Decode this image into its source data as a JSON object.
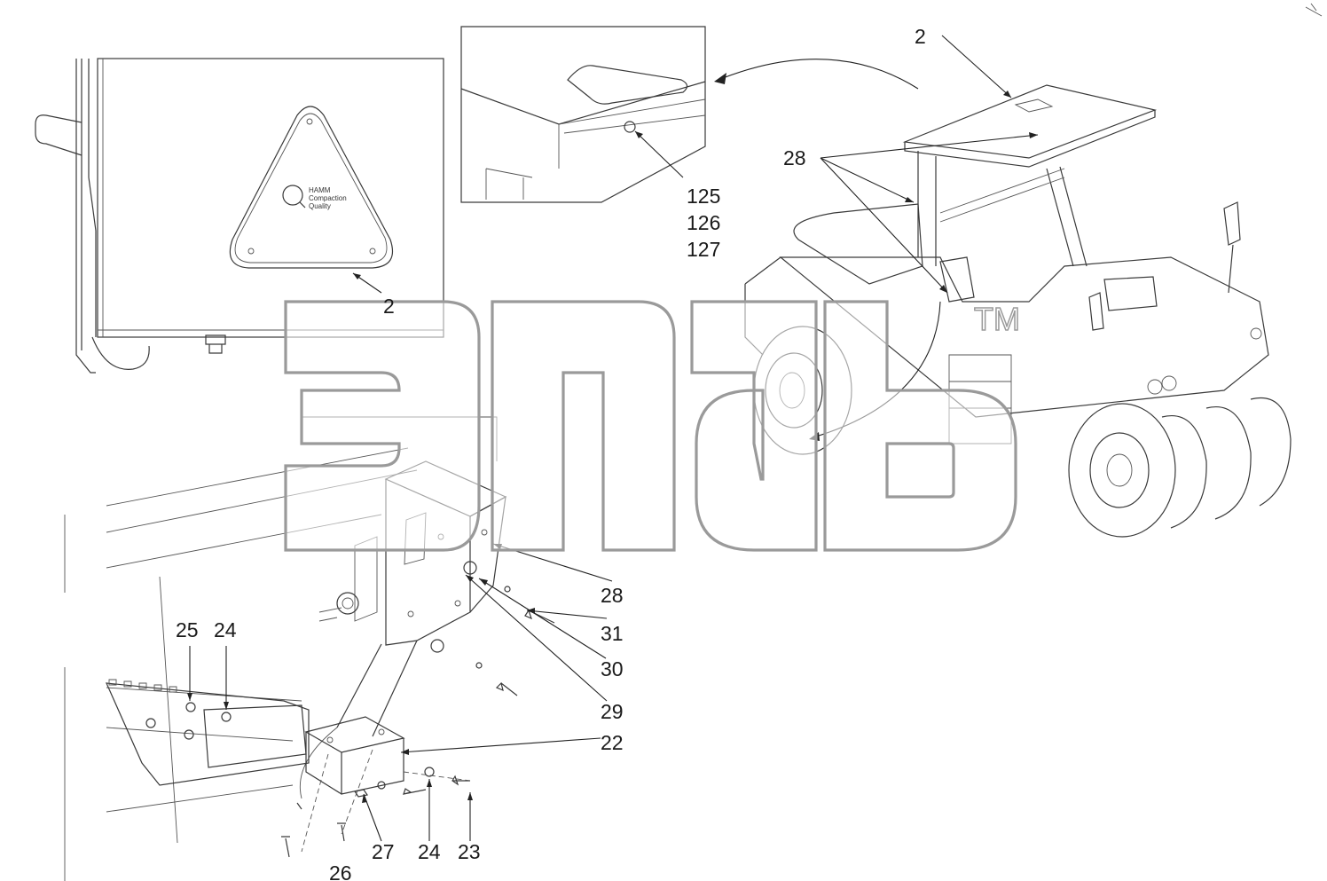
{
  "callouts": {
    "c2_top": "2",
    "c28_top": "28",
    "c125": "125",
    "c126": "126",
    "c127": "127",
    "c2_left": "2",
    "c28_mid": "28",
    "c31": "31",
    "c30": "30",
    "c29": "29",
    "c22": "22",
    "c25": "25",
    "c24_top": "24",
    "c27": "27",
    "c24_bot": "24",
    "c23": "23",
    "c26": "26"
  },
  "sign_text": {
    "brand": "HAMM",
    "line1": "Compaction",
    "line2": "Quality"
  },
  "watermark": {
    "mark": "TM"
  }
}
